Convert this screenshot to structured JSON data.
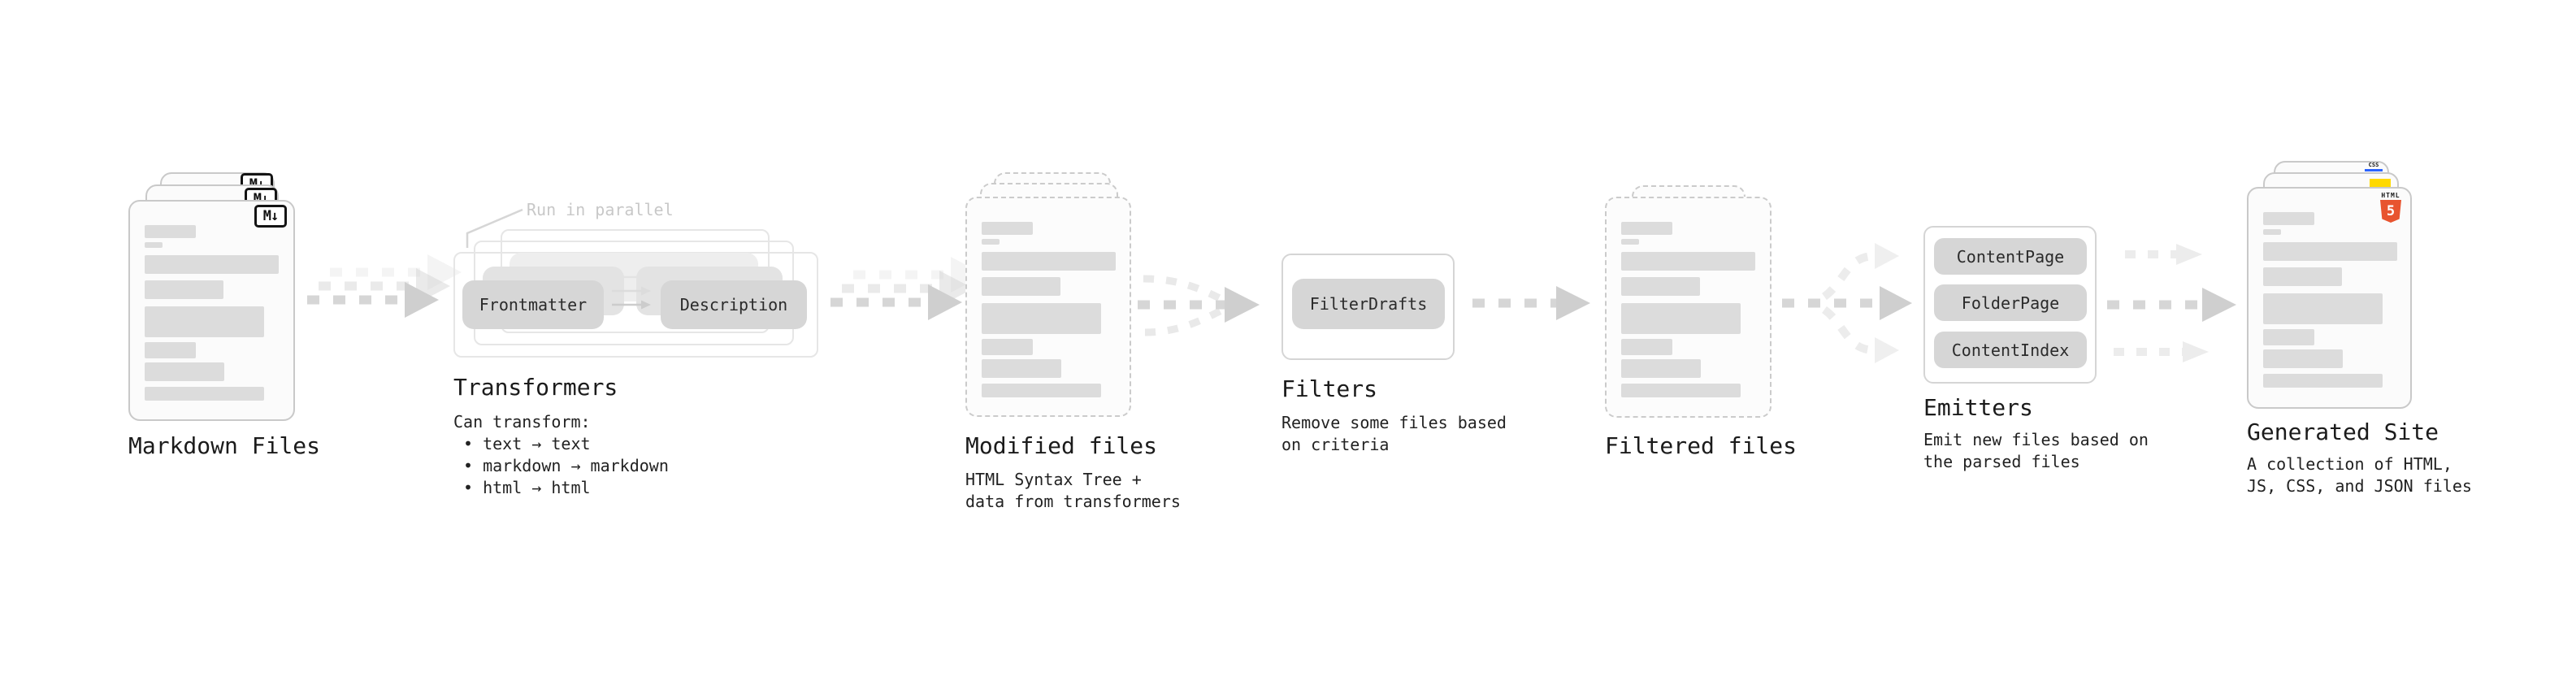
{
  "diagram": {
    "markdown_files": {
      "label": "Markdown Files"
    },
    "transformers": {
      "callout": "Run in parallel",
      "pills": [
        "Frontmatter",
        "Description"
      ],
      "label": "Transformers",
      "desc_title": "Can transform:",
      "bullets": [
        "text → text",
        "markdown → markdown",
        "html → html"
      ]
    },
    "modified_files": {
      "label": "Modified files",
      "desc": [
        "HTML Syntax Tree +",
        "data from transformers"
      ]
    },
    "filters": {
      "pill": "FilterDrafts",
      "label": "Filters",
      "desc": [
        "Remove some files based",
        "on criteria"
      ]
    },
    "filtered_files": {
      "label": "Filtered files"
    },
    "emitters": {
      "pills": [
        "ContentPage",
        "FolderPage",
        "ContentIndex"
      ],
      "label": "Emitters",
      "desc": [
        "Emit new files based on",
        "the parsed files"
      ]
    },
    "generated_site": {
      "label": "Generated Site",
      "desc": [
        "A collection of HTML,",
        "JS, CSS, and JSON files"
      ]
    }
  },
  "icons": {
    "markdown_glyph": "M↓",
    "html5_word": "HTML",
    "html5_number": "5",
    "css_word": "CSS"
  },
  "colors": {
    "doc_border": "#c9c9c9",
    "doc_fill": "#fbfbfb",
    "bar_fill": "#dcdcdc",
    "pill_fill": "#d6d6d6",
    "panel_border": "#d5d5d5",
    "arrow": "#d2d2d2",
    "callout_text": "#c8c8c8",
    "label_text": "#1b1b1b",
    "js_yellow": "#ffd900",
    "css_blue": "#2a63ff",
    "html5_orange": "#e8542f"
  }
}
